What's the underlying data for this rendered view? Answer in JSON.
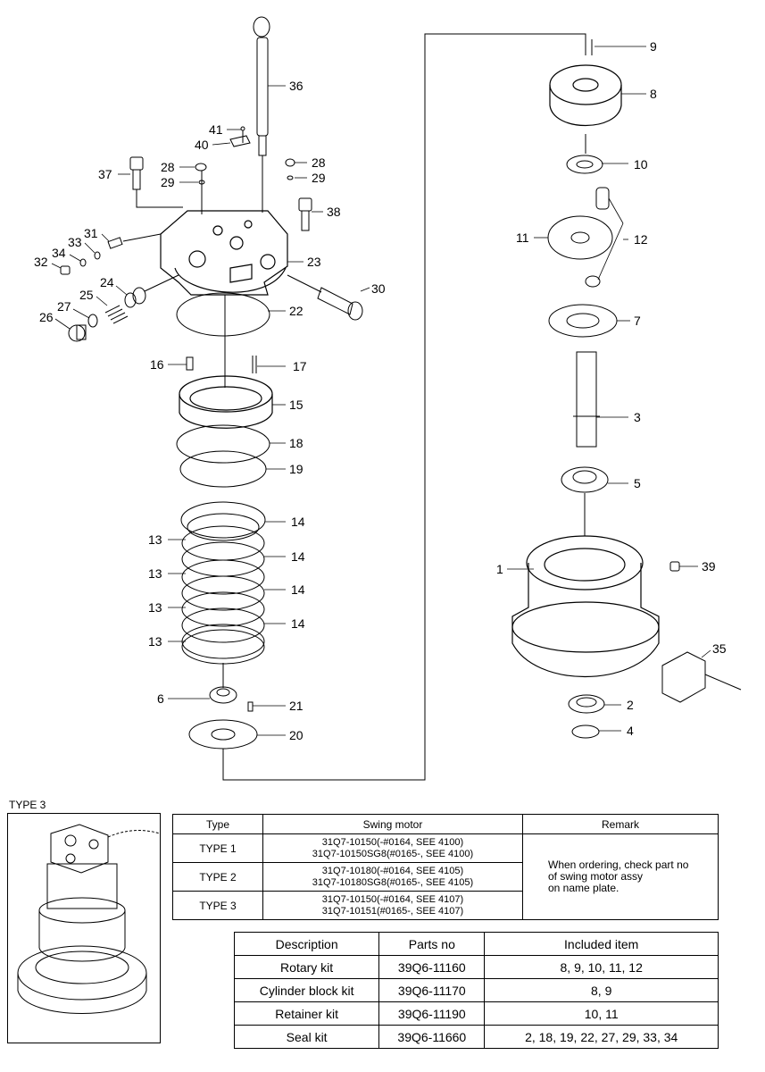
{
  "callouts": [
    {
      "id": "c9",
      "text": "9"
    },
    {
      "id": "c8",
      "text": "8"
    },
    {
      "id": "c36",
      "text": "36"
    },
    {
      "id": "c41",
      "text": "41"
    },
    {
      "id": "c40",
      "text": "40"
    },
    {
      "id": "c10",
      "text": "10"
    },
    {
      "id": "c37",
      "text": "37"
    },
    {
      "id": "c28a",
      "text": "28"
    },
    {
      "id": "c29a",
      "text": "29"
    },
    {
      "id": "c28b",
      "text": "28"
    },
    {
      "id": "c29b",
      "text": "29"
    },
    {
      "id": "c38",
      "text": "38"
    },
    {
      "id": "c31",
      "text": "31"
    },
    {
      "id": "c33",
      "text": "33"
    },
    {
      "id": "c34",
      "text": "34"
    },
    {
      "id": "c32",
      "text": "32"
    },
    {
      "id": "c23",
      "text": "23"
    },
    {
      "id": "c24",
      "text": "24"
    },
    {
      "id": "c30",
      "text": "30"
    },
    {
      "id": "c25",
      "text": "25"
    },
    {
      "id": "c27",
      "text": "27"
    },
    {
      "id": "c26",
      "text": "26"
    },
    {
      "id": "c22",
      "text": "22"
    },
    {
      "id": "c11",
      "text": "11"
    },
    {
      "id": "c12",
      "text": "12"
    },
    {
      "id": "c7",
      "text": "7"
    },
    {
      "id": "c16",
      "text": "16"
    },
    {
      "id": "c17",
      "text": "17"
    },
    {
      "id": "c15",
      "text": "15"
    },
    {
      "id": "c3",
      "text": "3"
    },
    {
      "id": "c18",
      "text": "18"
    },
    {
      "id": "c19",
      "text": "19"
    },
    {
      "id": "c5",
      "text": "5"
    },
    {
      "id": "c14a",
      "text": "14"
    },
    {
      "id": "c13a",
      "text": "13"
    },
    {
      "id": "c14b",
      "text": "14"
    },
    {
      "id": "c1",
      "text": "1"
    },
    {
      "id": "c39",
      "text": "39"
    },
    {
      "id": "c13b",
      "text": "13"
    },
    {
      "id": "c14c",
      "text": "14"
    },
    {
      "id": "c13c",
      "text": "13"
    },
    {
      "id": "c14d",
      "text": "14"
    },
    {
      "id": "c13d",
      "text": "13"
    },
    {
      "id": "c35",
      "text": "35"
    },
    {
      "id": "c6",
      "text": "6"
    },
    {
      "id": "c21",
      "text": "21"
    },
    {
      "id": "c2",
      "text": "2"
    },
    {
      "id": "c20",
      "text": "20"
    },
    {
      "id": "c4",
      "text": "4"
    }
  ],
  "type3_label": "TYPE 3",
  "type_table": {
    "headers": [
      "Type",
      "Swing motor",
      "Remark"
    ],
    "rows": [
      {
        "type": "TYPE 1",
        "motor_line1": "31Q7-10150(-#0164, SEE 4100)",
        "motor_line2": "31Q7-10150SG8(#0165-, SEE 4100)"
      },
      {
        "type": "TYPE 2",
        "motor_line1": "31Q7-10180(-#0164, SEE 4105)",
        "motor_line2": "31Q7-10180SG8(#0165-, SEE 4105)"
      },
      {
        "type": "TYPE 3",
        "motor_line1": "31Q7-10150(-#0164, SEE 4107)",
        "motor_line2": "31Q7-10151(#0165-, SEE 4107)"
      }
    ],
    "remark_line1": "When ordering, check part no",
    "remark_line2": "of swing motor assy",
    "remark_line3": "on name plate."
  },
  "kit_table": {
    "headers": [
      "Description",
      "Parts no",
      "Included item"
    ],
    "rows": [
      {
        "description": "Rotary kit",
        "parts_no": "39Q6-11160",
        "included": "8, 9, 10, 11, 12"
      },
      {
        "description": "Cylinder block kit",
        "parts_no": "39Q6-11170",
        "included": "8, 9"
      },
      {
        "description": "Retainer kit",
        "parts_no": "39Q6-11190",
        "included": "10, 11"
      },
      {
        "description": "Seal kit",
        "parts_no": "39Q6-11660",
        "included": "2, 18, 19, 22, 27, 29, 33, 34"
      }
    ]
  }
}
